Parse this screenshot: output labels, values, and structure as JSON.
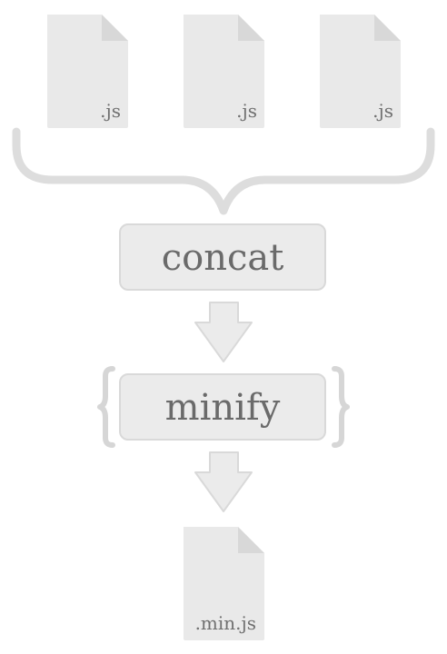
{
  "inputs": [
    {
      "label": ".js"
    },
    {
      "label": ".js"
    },
    {
      "label": ".js"
    }
  ],
  "steps": [
    {
      "label": "concat"
    },
    {
      "label": "minify"
    }
  ],
  "output": {
    "label": ".min.js"
  },
  "colors": {
    "file": "#e9e9e9",
    "fold": "#d8d8d8",
    "box": "#ebebeb",
    "border": "#d9d9d9",
    "text": "#6a6a6a"
  },
  "icons": {
    "file": "js-file-icon",
    "arrow": "down-arrow-icon",
    "brace": "brace-icon"
  }
}
